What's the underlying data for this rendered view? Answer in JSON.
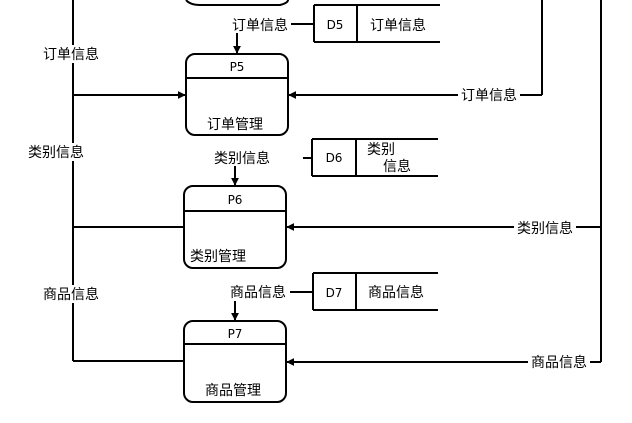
{
  "processes": [
    {
      "id": "P5",
      "name": "订单管理"
    },
    {
      "id": "P6",
      "name": "类别管理"
    },
    {
      "id": "P7",
      "name": "商品管理"
    }
  ],
  "stores": [
    {
      "id": "D5",
      "name": "订单信息"
    },
    {
      "id": "D6",
      "name_line1": "类别",
      "name_line2": "信息"
    },
    {
      "id": "D7",
      "name": "商品信息"
    }
  ],
  "flows": {
    "order_store_to_p5": "订单信息",
    "order_left": "订单信息",
    "order_right": "订单信息",
    "category_store_to_p6": "类别信息",
    "category_left": "类别信息",
    "category_right": "类别信息",
    "product_store_to_p7": "商品信息",
    "product_left": "商品信息",
    "product_right": "商品信息"
  }
}
